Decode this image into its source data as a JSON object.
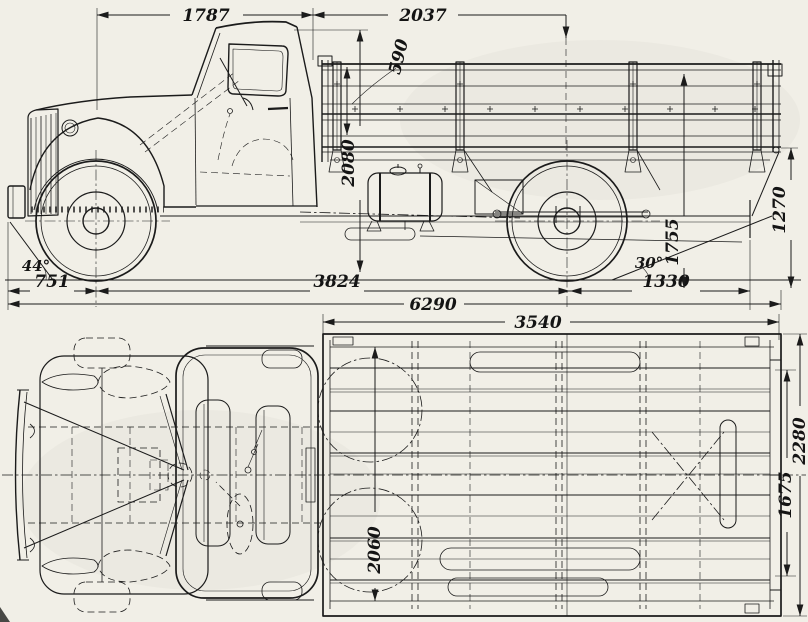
{
  "meta": {
    "drawing_type": "truck blueprint, three orthographic views",
    "colors": {
      "ink": "#1b1b1b",
      "paper": "#f1efe7"
    }
  },
  "dimensions": {
    "side_view": {
      "cab_span": "1787",
      "cab_to_rear_axle": "2037",
      "board_height": "590",
      "overall_height": "2080",
      "front_overhang": "751",
      "wheelbase": "3824",
      "overall_length": "6290",
      "rear_span": "1330",
      "platform_top_height": "1755",
      "rear_height": "1270",
      "approach_angle": "44°",
      "departure_angle": "30°"
    },
    "plan_view": {
      "platform_length": "3540",
      "overall_width": "2280",
      "rear_track": "1675",
      "platform_inner_width": "2060"
    }
  }
}
